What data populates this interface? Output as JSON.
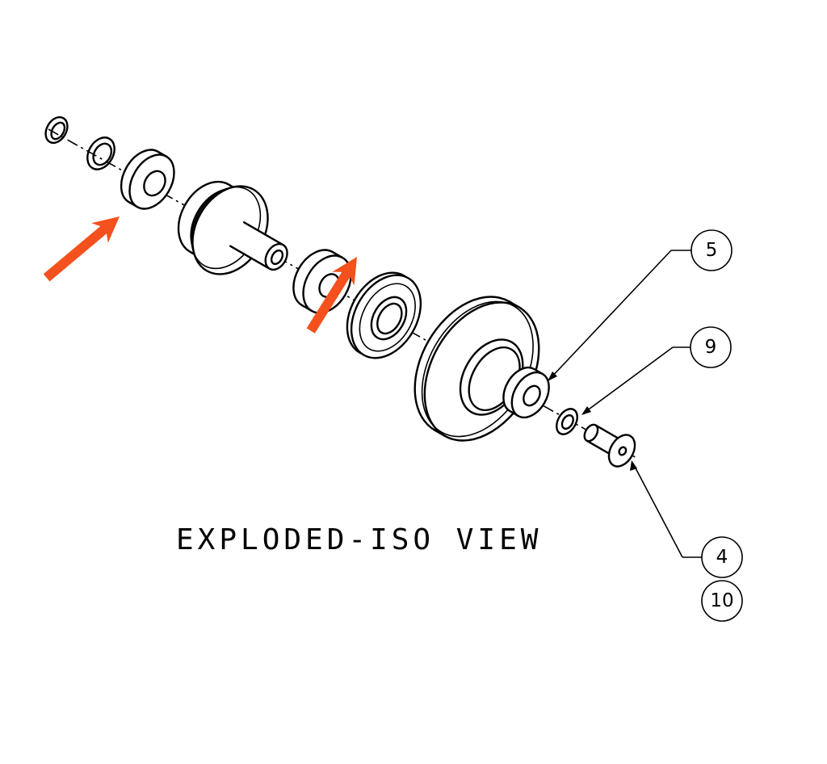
{
  "view_title": "EXPLODED-ISO VIEW",
  "balloons": {
    "b5": "5",
    "b9": "9",
    "b4": "4",
    "b10": "10"
  },
  "colors": {
    "ink": "#000000",
    "background": "#ffffff",
    "highlight_arrow": "#f4511e"
  }
}
